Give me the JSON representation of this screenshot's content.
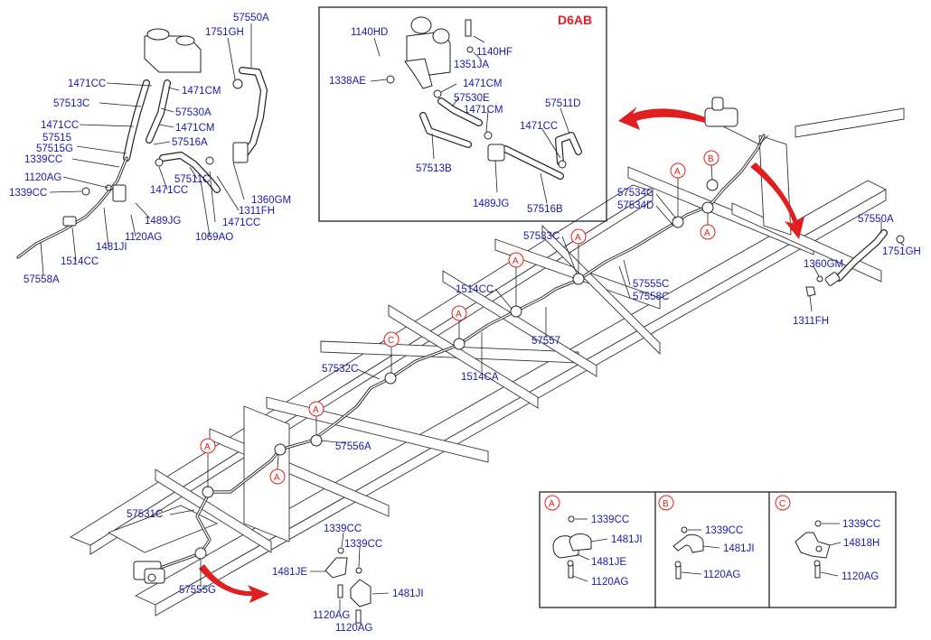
{
  "diagram": {
    "inset_title": "D6AB",
    "labels": {
      "p57550A_top": "57550A",
      "p1751GH_top": "1751GH",
      "p1471CC_1": "1471CC",
      "p1471CM_1": "1471CM",
      "p57513C": "57513C",
      "p57530A": "57530A",
      "p1471CC_2": "1471CC",
      "p1471CM_2": "1471CM",
      "p57515": "57515",
      "p57516A": "57516A",
      "p57515G": "57515G",
      "p1339CC_1": "1339CC",
      "p1120AG_1": "1120AG",
      "p1339CC_2": "1339CC",
      "p1471CC_3": "1471CC",
      "p57511C": "57511C",
      "p1311FH_1": "1311FH",
      "p1360GM_1": "1360GM",
      "p1489JG_1": "1489JG",
      "p1120AG_2": "1120AG",
      "p1069AO": "1069AO",
      "p1471CC_4": "1471CC",
      "p1481JI_1": "1481JI",
      "p1514CC_1": "1514CC",
      "p57558A": "57558A",
      "i1140HD": "1140HD",
      "i1351JA": "1351JA",
      "i1140HF": "1140HF",
      "i1338AE": "1338AE",
      "i1471CM_1": "1471CM",
      "i57530E": "57530E",
      "i57511D": "57511D",
      "i1471CM_2": "1471CM",
      "i1471CC": "1471CC",
      "i57513B": "57513B",
      "i1489JG": "1489JG",
      "i57516B": "57516B",
      "p57534C": "57534C",
      "p57534D": "57534D",
      "p57533C": "57533C",
      "p1514CC_2": "1514CC",
      "p57555C": "57555C",
      "p57558C": "57558C",
      "p57557": "57557",
      "p57532C": "57532C",
      "p1514CA": "1514CA",
      "p57556A": "57556A",
      "p57531C": "57531C",
      "p57555G": "57555G",
      "r57550A": "57550A",
      "r1751GH": "1751GH",
      "r1360GM": "1360GM",
      "r1311FH": "1311FH",
      "b1339CC_1": "1339CC",
      "b1339CC_2": "1339CC",
      "b1481JE": "1481JE",
      "b1481JI": "1481JI",
      "b1120AG_1": "1120AG",
      "b1120AG_2": "1120AG",
      "kA_1339CC": "1339CC",
      "kA_1481JI": "1481JI",
      "kA_1481JE": "1481JE",
      "kA_1120AG": "1120AG",
      "kB_1339CC": "1339CC",
      "kB_1481JI": "1481JI",
      "kB_1120AG": "1120AG",
      "kC_1339CC": "1339CC",
      "kC_14818H": "14818H",
      "kC_1120AG": "1120AG"
    },
    "clip_symbols": {
      "a": "A",
      "b": "B",
      "c": "C"
    }
  }
}
